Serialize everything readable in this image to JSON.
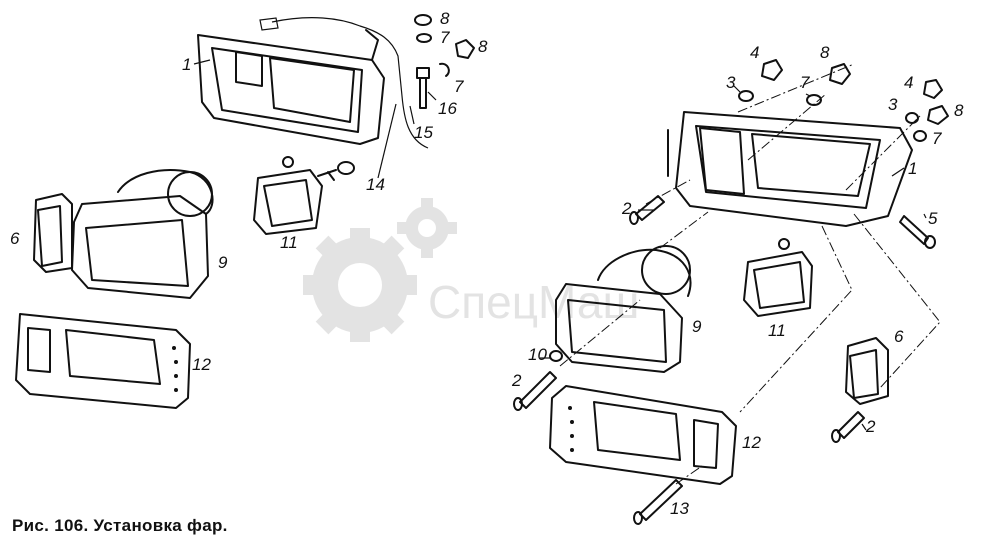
{
  "caption": "Рис. 106. Установка фар.",
  "watermark": "СпецМаш",
  "callouts": {
    "frame_left": "1",
    "bracket_left": "1",
    "screw_a": "2",
    "screw_b": "2",
    "screw_c": "2",
    "washer_a": "3",
    "washer_b": "3",
    "nut_a": "4",
    "nut_b": "4",
    "bolt_right": "5",
    "turn_signal_left": "6",
    "turn_signal_right": "6",
    "washer7_a": "7",
    "washer7_b": "7",
    "washer7_c": "7",
    "washer7_d": "7",
    "nut8_a": "8",
    "nut8_b": "8",
    "nut8_c": "8",
    "nut8_d": "8",
    "headlamp_left": "9",
    "headlamp_right": "9",
    "washer10": "10",
    "fog_left": "11",
    "fog_right": "11",
    "frame12_left": "12",
    "frame12_right": "12",
    "screw13": "13",
    "wire14": "14",
    "clip15": "15",
    "bolt16": "16"
  },
  "colors": {
    "ink": "#111111",
    "watermark": "#c9c9c9",
    "background": "#ffffff"
  }
}
